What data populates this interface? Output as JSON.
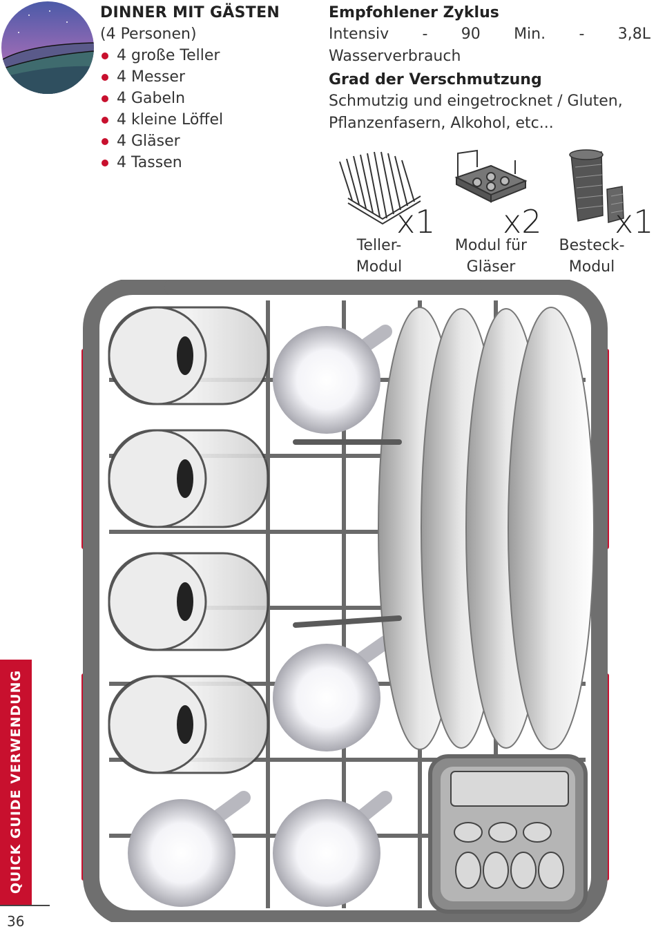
{
  "header": {
    "title": "DINNER MIT GÄSTEN",
    "subtitle": "(4 Personen)",
    "items": [
      "4 große Teller",
      "4 Messer",
      "4 Gabeln",
      "4 kleine Löffel",
      "4 Gläser",
      "4 Tassen"
    ]
  },
  "cycle": {
    "heading": "Empfohlener Zyklus",
    "program": "Intensiv",
    "sep1": "-",
    "duration": "90",
    "unit": "Min.",
    "sep2": "-",
    "water": "3,8L",
    "water_label": "Wasserverbrauch"
  },
  "soil": {
    "heading": "Grad der Verschmutzung",
    "line1": "Schmutzig und eingetrocknet / Gluten,",
    "line2": "Pflanzenfasern, Alkohol, etc..."
  },
  "modules": [
    {
      "qty": "x1",
      "label1": "Teller-",
      "label2": "Modul",
      "icon": "plate-rack-icon"
    },
    {
      "qty": "x2",
      "label1": "Modul für",
      "label2": "Gläser",
      "icon": "glass-module-icon"
    },
    {
      "qty": "x1",
      "label1": "Besteck-",
      "label2": "Modul",
      "icon": "cutlery-basket-icon"
    }
  ],
  "colors": {
    "accent": "#c8102e",
    "rack": "#6a6a6a"
  },
  "sidebar": {
    "label": "QUICK GUIDE VERWENDUNG"
  },
  "page": {
    "number": "36"
  }
}
